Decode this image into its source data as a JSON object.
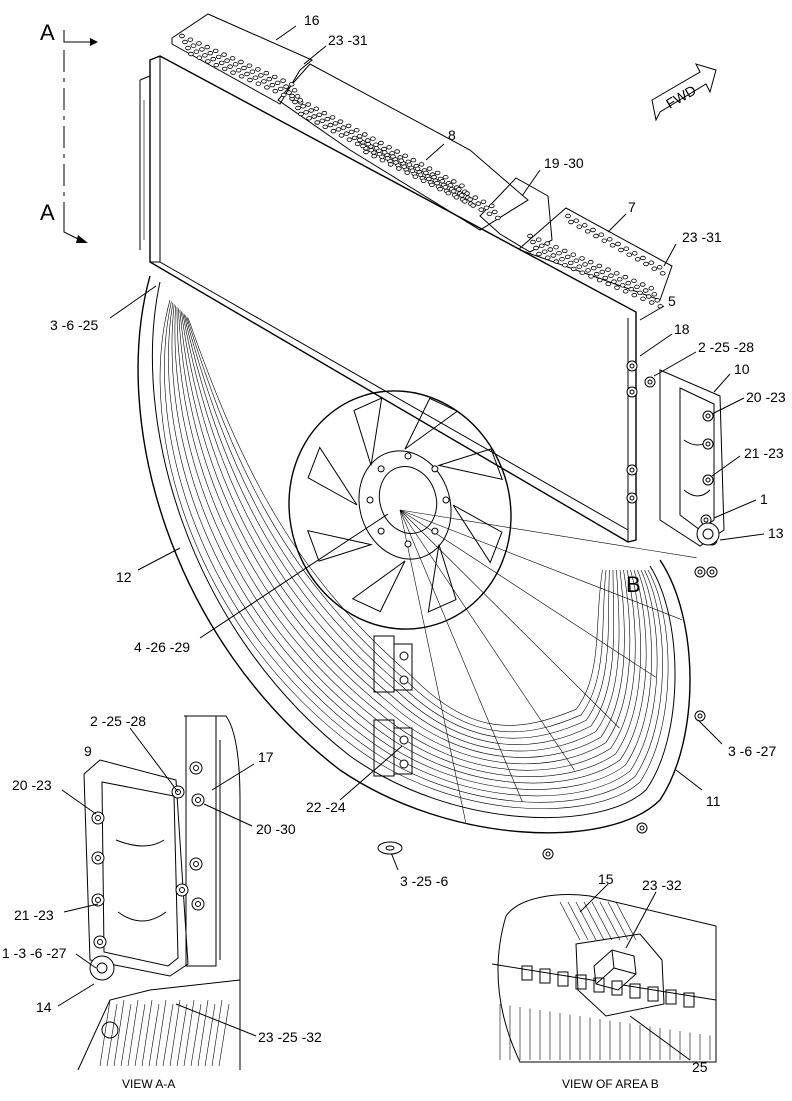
{
  "view_marker": {
    "top": "A",
    "bottom": "A"
  },
  "fwd_label": "FWD",
  "callouts": {
    "c16": "16",
    "c23_31_top": "23 -31",
    "c8": "8",
    "c19_30": "19 -30",
    "c7": "7",
    "c23_31_right": "23 -31",
    "c3_6_25": "3 -6 -25",
    "c5": "5",
    "c18": "18",
    "c2_25_28": "2 -25 -28",
    "c10": "10",
    "c20_23": "20 -23",
    "c21_23": "21 -23",
    "c1": "1",
    "c13": "13",
    "c12": "12",
    "cB": "B",
    "c4_26_29": "4 -26 -29",
    "c3_6_27": "3 -6 -27",
    "c22_24": "22 -24",
    "c11": "11",
    "c3_25_6": "3 -25 -6"
  },
  "view_aa": {
    "caption": "VIEW A-A",
    "c2_25_28": "2 -25 -28",
    "c9": "9",
    "c17": "17",
    "c20_23": "20 -23",
    "c20_30": "20 -30",
    "c21_23": "21 -23",
    "c1_3_6_27": "1 -3 -6 -27",
    "c14": "14",
    "c23_25_32": "23 -25 -32"
  },
  "view_b": {
    "caption": "VIEW OF AREA B",
    "c15": "15",
    "c23_32": "23 -32",
    "c25": "25"
  }
}
